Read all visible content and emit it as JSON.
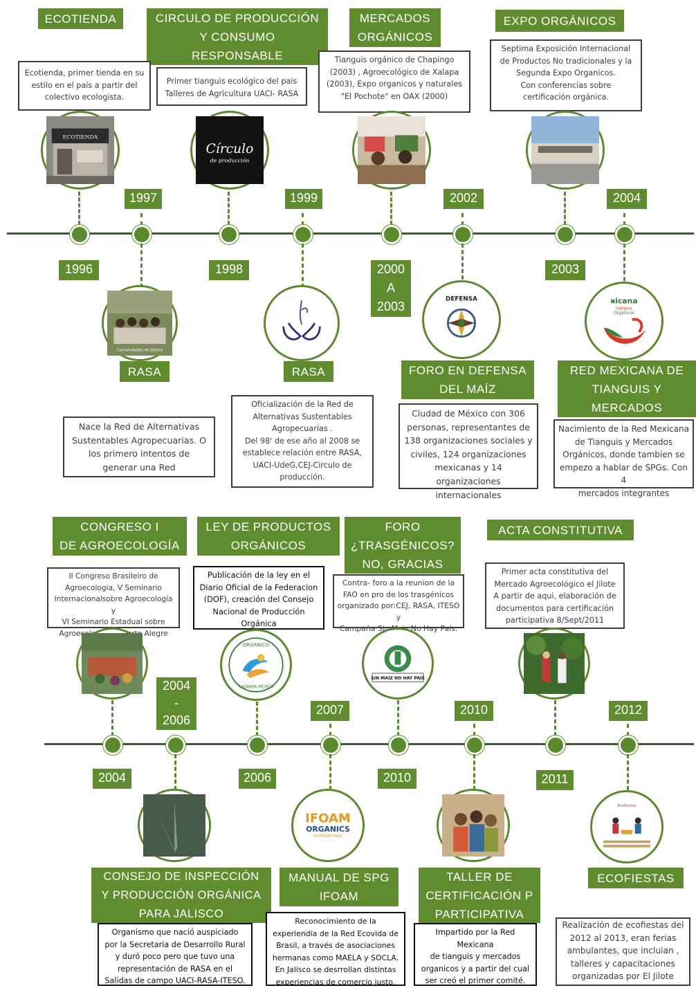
{
  "section1": {
    "top_labels": {
      "ecotienda": "ECOTIENDA",
      "circulo": "CIRCULO DE PRODUCCIÓN\nY CONSUMO\nRESPONSABLE",
      "mercados": "MERCADOS\nORGÁNICOS",
      "expo": "EXPO  ORGÁNICOS"
    },
    "top_desc": {
      "ecotienda": "Ecotienda, primer tienda en su\nestilo en el país a partir del\ncolectivo ecologista.",
      "circulo": "Primer tianguis ecológico del pais\nTalleres  de Agricultura  UACI- RASA",
      "mercados": "Tianguis orgánico de Chapingo\n(2003) , Agroecológico de Xalapa\n(2003), Expo organicos y naturales\n\"El Pochote\" en OAX (2000)",
      "expo": "Septima Exposición Internacional\nde Productos No tradicionales y la\nSegunda Expo Organicos.\nCon conferencias sobre\ncertificación orgánica."
    },
    "years_top": [
      "1997",
      "1999",
      "2002",
      "2004"
    ],
    "years_bottom": [
      "1996",
      "1998",
      "2000\nA\n2003",
      "2003"
    ],
    "bottom_labels": {
      "rasa1": "RASA",
      "rasa2": "RASA",
      "foro_maiz": "FORO EN DEFENSA\nDEL MAÍZ",
      "red_mexicana": "RED  MEXICANA DE\nTIANGUIS Y\nMERCADOS"
    },
    "bottom_desc": {
      "rasa1": "Nace la Red de Alternativas\nSustentables Agropecuarias. O\nlos primero intentos de\ngenerar una Red",
      "rasa2": "Oficialización de la Red de\nAlternativas Sustentables\nAgropecuarias .\nDel 98' de ese año al 2008 se\nestablece relación entre RASA,\nUACI-UdeG,CEJ-Circulo de\nproducción.",
      "foro_maiz": "Ciudad de México con 306\npersonas, representantes de\n138 organizaciones sociales y\nciviles, 124 organizaciones\nmexicanas y 14\norganizaciones internacionales",
      "red_mexicana": "Nacimiento de la Red Mexicana\nde Tianguis y Mercados\nOrgánicos, donde tambien se\nempezo a hablar de SPGs. Con 4\nmercados integrantes"
    },
    "logo_text": {
      "circulo": "Círculo",
      "circulo_sub": "de producción",
      "ecotienda": "ECOTIENDA",
      "defensa": "DEFENSA",
      "xicana": "ӿicana",
      "xicana_sub": "tianguis\ny Mercados\nOrgánicos",
      "rasa_photo": "Comunidades de Jalisco"
    }
  },
  "section2": {
    "top_labels": {
      "congreso": "CONGRESO I\nDE AGROECOLOGÍA",
      "ley": "LEY DE PRODUCTOS\nORGÁNICOS",
      "foro_trans": "FORO\n¿TRASGÉNICOS?\nNO, GRACIAS",
      "acta": "ACTA CONSTITUTIVA"
    },
    "top_desc": {
      "congreso": "II Congreso Brasileiro de\nAgroecologia, V Seminario\nInternacionalsobre Agroecología y\nVI Seminario Estadual sobre\nAgroecologia, en Porto Alegre",
      "ley": "Publicación de la ley en el\nDiario Oficial de la Federacion\n(DOF), creación del Consejo\nNacional de Producción\nOrgánica",
      "foro_trans": "Contra- foro a la reunion de la\nFAO en pro de los trasgénicos\norganizado por:CEJ, RASA, ITESO y\nCampaña Sin Maiz No Hay País.",
      "acta": "Primer acta constitutiva del\nMercado Agroecológico el Jilote\nA partir de aqui, elaboración de\ndocumentos para certificación\nparticipativa 8/Sept/2011"
    },
    "years_top": [
      "2004\n-\n2006",
      "2007",
      "2010",
      "2012"
    ],
    "years_bottom": [
      "2004",
      "2006",
      "2010",
      "2011"
    ],
    "bottom_labels": {
      "consejo": "CONSEJO DE INSPECCIÓN\nY PRODUCCIÓN ORGÁNICA\nPARA JALISCO",
      "manual": "MANUAL DE SPG\nIFOAM",
      "taller": "TALLER DE\nCERTIFICACIÓN P\nPARTICIPATIVA",
      "ecofiestas": "ECOFIESTAS"
    },
    "bottom_desc": {
      "consejo": "Organismo que nació auspiciado\npor la Secretaria de Desarrollo Rural\ny duró poco pero que tuvo una\nrepresentación de RASA en el\nSalidas de campo UACI-RASA-ITESO.",
      "manual": "Reconocimiento de la\nexperiendia de la Red Ecovida de\nBrasil, a través de  asociaciones\nhermanas como MAELA y SOCLA.\nEn Jalisco se desrrollan distintas\nexperiencias de comercio justo.",
      "taller": "Impartido por la Red\nMexicana\nde tianguis y mercados\norganicos y a partir del cual\nser creó el primer comité.",
      "ecofiestas": "Realización de ecofiestas del\n2012 al 2013, eran ferias\nambulantes, que incluian ,\ntalleres y capacitaciones\norganizadas por El Jilote"
    },
    "logo_text": {
      "organico": "ORGÁNICO",
      "sagarpa": "SAGARPA MÉXICO",
      "ifoam": "IFOAM",
      "organics": "ORGANICS",
      "international": "INTERNATIONAL",
      "sin_maiz": "SIN MAÍZ NO HAY PAÍS",
      "ecofiestas_logo": "Ecofiestas"
    }
  },
  "colors": {
    "accent": "#5e8c2e",
    "line": "#3f5a3b",
    "box_border": "#3d3d3d"
  }
}
